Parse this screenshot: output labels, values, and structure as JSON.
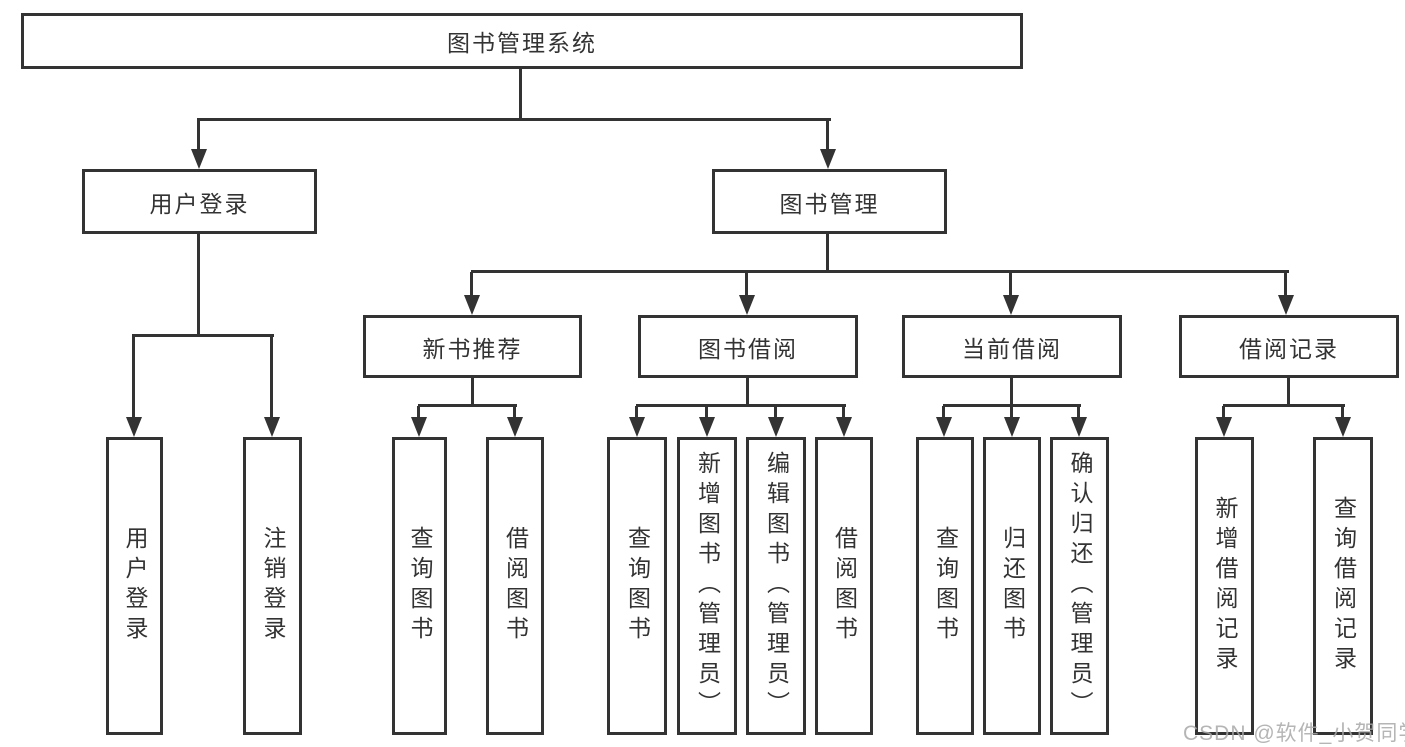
{
  "nodes": {
    "root": "图书管理系统",
    "level2": {
      "user_login": "用户登录",
      "book_mgmt": "图书管理"
    },
    "level3": {
      "new_books": "新书推荐",
      "borrow": "图书借阅",
      "current": "当前借阅",
      "records": "借阅记录"
    },
    "leaves": {
      "user_login": "用户登录",
      "logout": "注销登录",
      "nb_query": "查询图书",
      "nb_borrow": "借阅图书",
      "bb_query": "查询图书",
      "bb_add": "新增图书（管理员）",
      "bb_edit": "编辑图书（管理员）",
      "bb_borrow": "借阅图书",
      "cb_query": "查询图书",
      "cb_return": "归还图书",
      "cb_confirm": "确认归还（管理员）",
      "rec_add": "新增借阅记录",
      "rec_query": "查询借阅记录"
    }
  },
  "watermark": {
    "text": "CSDN @软件_小贺同学"
  },
  "colors": {
    "line": "#333333",
    "text": "#333333",
    "background": "#ffffff",
    "watermark": "#a8a8a8"
  }
}
